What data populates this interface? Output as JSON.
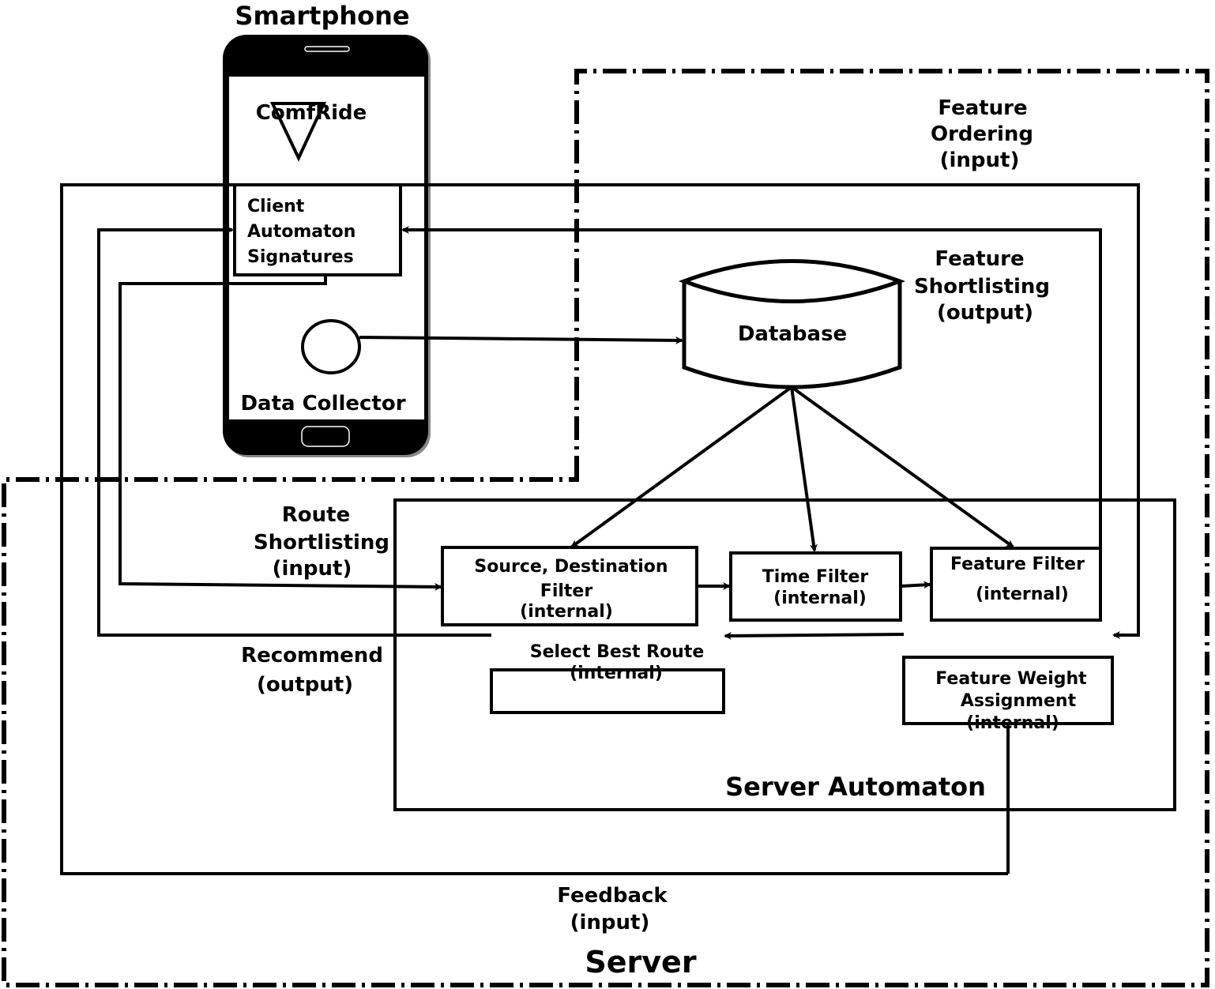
{
  "smartphone": {
    "title": "Smartphone",
    "app_name": "ComfRide",
    "client_box": [
      "Client",
      "Automaton",
      "Signatures"
    ],
    "data_collector": "Data Collector"
  },
  "database": "Database",
  "labels": {
    "feature_ordering": [
      "Feature",
      "Ordering",
      "(input)"
    ],
    "feature_shortlisting": [
      "Feature",
      "Shortlisting",
      "(output)"
    ],
    "route_shortlisting": [
      "Route",
      "Shortlisting",
      "(input)"
    ],
    "recommend": [
      "Recommend",
      "(output)"
    ],
    "feedback": [
      "Feedback",
      "(input)"
    ]
  },
  "boxes": {
    "source_dest": [
      "Source, Destination",
      "Filter",
      "(internal)"
    ],
    "time_filter": [
      "Time Filter",
      "(internal)"
    ],
    "feature_filter": [
      "Feature Filter",
      "(internal)"
    ],
    "select_best": [
      "Select Best Route",
      "(internal)"
    ],
    "feature_weight": [
      "Feature Weight",
      "Assignment",
      "(internal)"
    ]
  },
  "server_automaton": "Server Automaton",
  "server": "Server"
}
